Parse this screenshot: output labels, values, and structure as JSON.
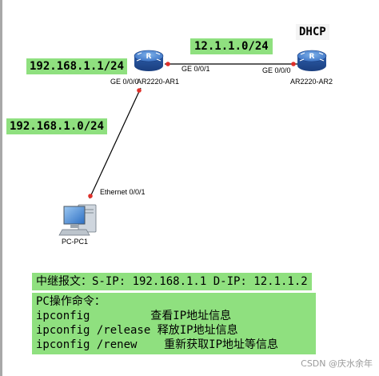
{
  "diagram": {
    "dhcp_label": "DHCP",
    "subnet_wan": "12.1.1.0/24",
    "subnet_lan_ar1": "192.168.1.1/24",
    "subnet_lan_pc": "192.168.1.0/24",
    "ar1": {
      "name": "AR2220-AR1",
      "port_left": "GE 0/0/0",
      "port_right": "GE 0/0/1"
    },
    "ar2": {
      "name": "AR2220-AR2",
      "port": "GE 0/0/0"
    },
    "pc": {
      "name": "PC-PC1",
      "port": "Ethernet 0/0/1"
    }
  },
  "notes": {
    "relay": "中继报文：S-IP: 192.168.1.1 D-IP: 12.1.1.2",
    "cmd_title": "PC操作命令：",
    "commands": [
      {
        "cmd": "ipconfig         ",
        "desc": "查看IP地址信息"
      },
      {
        "cmd": "ipconfig /release ",
        "desc": "释放IP地址信息"
      },
      {
        "cmd": "ipconfig /renew    ",
        "desc": "重新获取IP地址等信息"
      }
    ]
  },
  "watermark": "CSDN @庆水余年",
  "colors": {
    "label_green": "#8fe07f",
    "router_blue": "#2f63b0",
    "link_dot_red": "#e0302a"
  }
}
